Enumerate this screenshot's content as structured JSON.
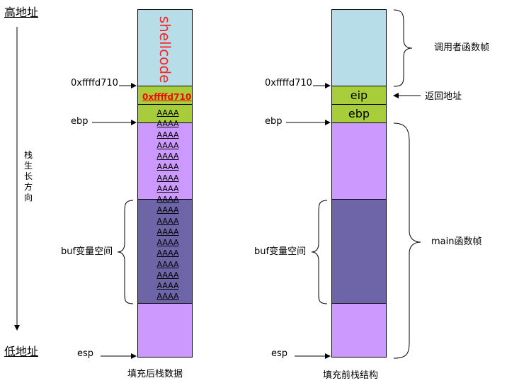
{
  "labels": {
    "high_addr": "高地址",
    "low_addr": "低地址",
    "growth_chars": [
      "栈",
      "生",
      "长",
      "方",
      "向"
    ],
    "addr_left": "0xffffd710",
    "ebp_left": "ebp",
    "buf_left": "buf变量空间",
    "esp_left": "esp",
    "caption_left": "填充后栈数据",
    "addr_right": "0xffffd710",
    "ebp_right": "ebp",
    "buf_right": "buf变量空间",
    "esp_right": "esp",
    "caption_right": "填充前栈结构",
    "caller_frame": "调用者函数帧",
    "return_addr": "返回地址",
    "main_frame": "main函数帧"
  },
  "left_stack": {
    "shellcode": "shellcode",
    "ret_overwrite": "0xffffd710",
    "filler": [
      "AAAA",
      "AAAA",
      "AAAA",
      "AAAA",
      "AAAA",
      "AAAA",
      "AAAA",
      "AAAA",
      "AAAA",
      "AAAA",
      "AAAA",
      "AAAA",
      "AAAA",
      "AAAA",
      "AAAA",
      "AAAA",
      "AAAA",
      "AAAA"
    ]
  },
  "right_stack": {
    "eip": "eip",
    "ebp": "ebp"
  },
  "colors": {
    "teal": "#b7dde8",
    "green": "#a7cd3a",
    "lavender": "#cc99ff",
    "navy": "#6e65a8",
    "red": "#ff0000"
  }
}
